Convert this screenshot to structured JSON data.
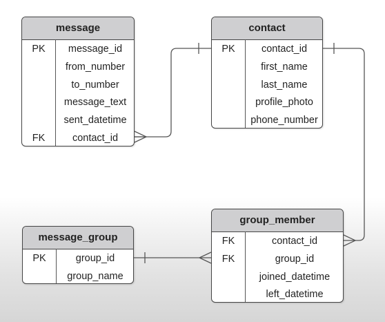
{
  "entities": {
    "message": {
      "title": "message",
      "rows": [
        {
          "key": "PK",
          "attr": "message_id"
        },
        {
          "key": "",
          "attr": "from_number"
        },
        {
          "key": "",
          "attr": "to_number"
        },
        {
          "key": "",
          "attr": "message_text"
        },
        {
          "key": "",
          "attr": "sent_datetime"
        },
        {
          "key": "FK",
          "attr": "contact_id"
        }
      ]
    },
    "contact": {
      "title": "contact",
      "rows": [
        {
          "key": "PK",
          "attr": "contact_id"
        },
        {
          "key": "",
          "attr": "first_name"
        },
        {
          "key": "",
          "attr": "last_name"
        },
        {
          "key": "",
          "attr": "profile_photo"
        },
        {
          "key": "",
          "attr": "phone_number"
        }
      ]
    },
    "message_group": {
      "title": "message_group",
      "rows": [
        {
          "key": "PK",
          "attr": "group_id"
        },
        {
          "key": "",
          "attr": "group_name"
        }
      ]
    },
    "group_member": {
      "title": "group_member",
      "rows": [
        {
          "key": "FK",
          "attr": "contact_id"
        },
        {
          "key": "FK",
          "attr": "group_id"
        },
        {
          "key": "",
          "attr": "joined_datetime"
        },
        {
          "key": "",
          "attr": "left_datetime"
        }
      ]
    }
  },
  "colors": {
    "header_fill": "#cfcfd1",
    "border": "#444444",
    "line": "#555555"
  }
}
